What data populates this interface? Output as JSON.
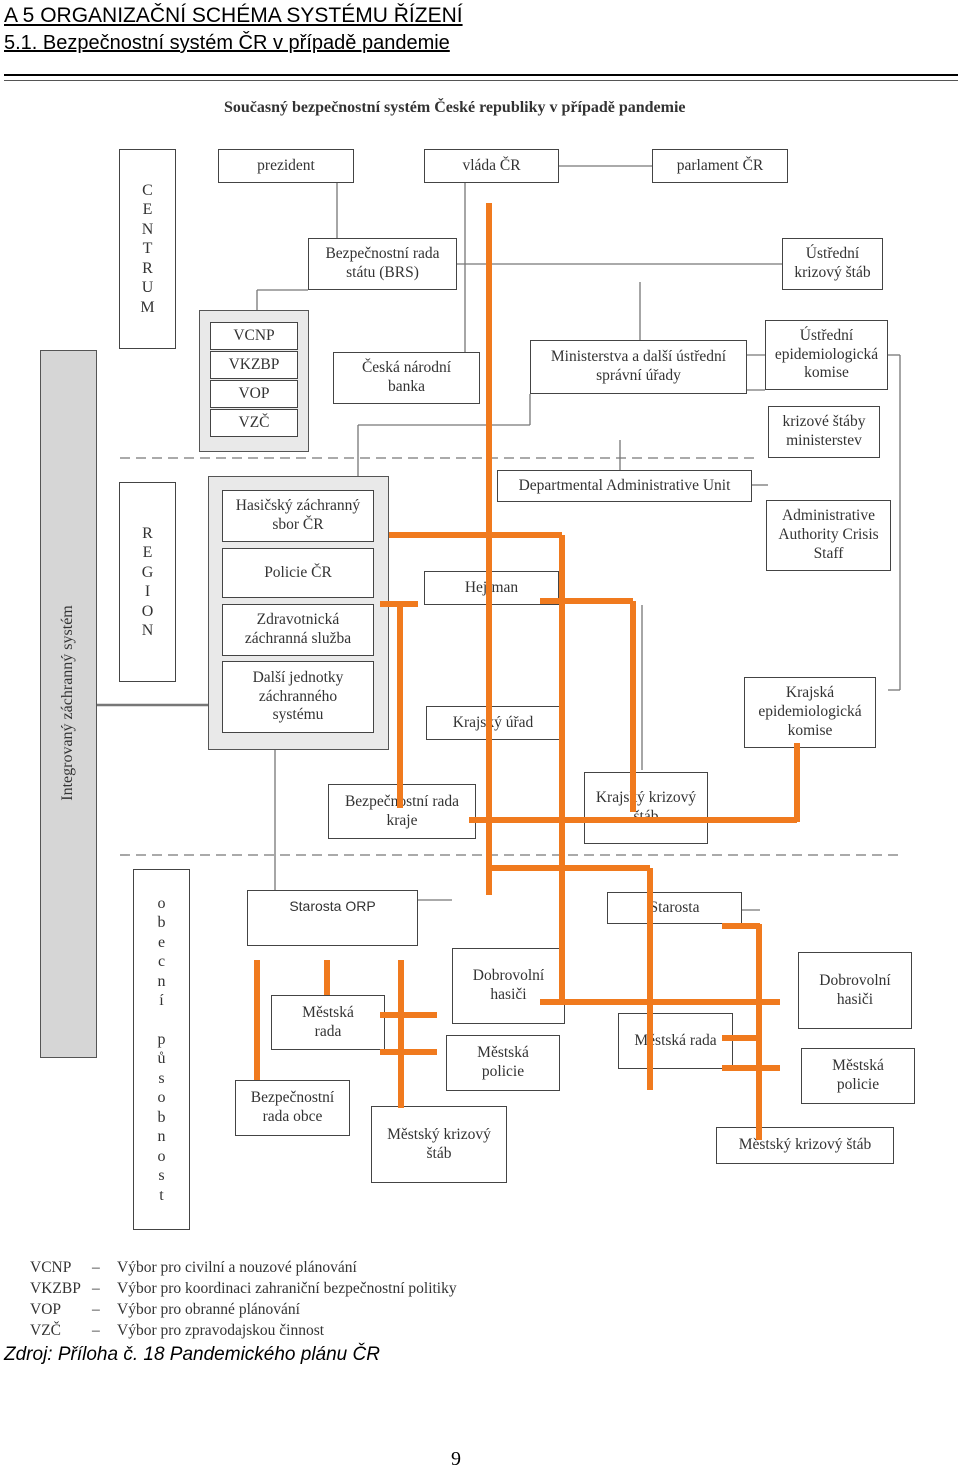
{
  "header": {
    "line1": "A 5 ORGANIZAČNÍ SCHÉMA SYSTÉMU ŘÍZENÍ",
    "line2": "5.1. Bezpečnostní systém ČR v případě pandemie"
  },
  "diagram": {
    "title": "Současný bezpečnostní systém České republiky v případě pandemie",
    "levels": {
      "centrum": [
        "C",
        "E",
        "N",
        "T",
        "R",
        "U",
        "M"
      ],
      "region": [
        "R",
        "E",
        "G",
        "I",
        "O",
        "N"
      ],
      "obec": [
        "o",
        "b",
        "e",
        "c",
        "n",
        "í",
        "",
        "p",
        "ů",
        "s",
        "o",
        "b",
        "n",
        "o",
        "s",
        "t"
      ]
    },
    "ivs_label": "Integrovaný záchranný systém",
    "boxes": {
      "prezident": "prezident",
      "vlada": "vláda ČR",
      "parlament": "parlament ČR",
      "brs": "Bezpečnostní rada\nstátu (BRS)",
      "uks": "Ústřední\nkrizový štáb",
      "vcnp": "VCNP",
      "vkzbp": "VKZBP",
      "vop": "VOP",
      "vzc": "VZČ",
      "cnb": "Česká národní\nbanka",
      "ministerstva": "Ministerstva a další ústřední\nsprávní úřady",
      "uek": "Ústřední\nepidemiologická\nkomise",
      "ksm": "krizové štáby\nministerstev",
      "dau": "Departmental Administrative Unit",
      "aacs": "Administrative\nAuthority Crisis\nStaff",
      "hzs": "Hasičský záchranný\nsbor ČR",
      "policie": "Policie ČR",
      "zzs": "Zdravotnická\nzáchranná služba",
      "dalsi": "Další jednotky\nzáchranného\nsystému",
      "hejtman": "Hejtman",
      "krajsky_urad": "Krajský úřad",
      "kek": "Krajská\nepidemiologická\nkomise",
      "brk": "Bezpečnostní rada\nkraje",
      "kks": "Krajský krizový\nštáb",
      "starosta_orp": "Starosta ORP",
      "starosta": "Starosta",
      "mestska_rada_1": "Městská\nrada",
      "dobrovolni_hasici_1": "Dobrovolní\nhasiči",
      "mestska_policie_1": "Městská\npolicie",
      "bro": "Bezpečnostní\nrada obce",
      "mks_1": "Městský krizový\nštáb",
      "mestska_rada_2": "Městská rada",
      "dobrovolni_hasici_2": "Dobrovolní\nhasiči",
      "mestska_policie_2": "Městská\npolicie",
      "mks_2": "Městský krizový štáb"
    },
    "overlay_color": "#f07a1e"
  },
  "legend": [
    {
      "abbr": "VCNP",
      "desc": "Výbor pro civilní a nouzové plánování"
    },
    {
      "abbr": "VKZBP",
      "desc": "Výbor pro koordinaci zahraniční bezpečnostní politiky"
    },
    {
      "abbr": "VOP",
      "desc": "Výbor pro obranné plánování"
    },
    {
      "abbr": "VZČ",
      "desc": "Výbor pro zpravodajskou činnost"
    }
  ],
  "legend_dash": "–",
  "source": "Zdroj: Příloha č. 18 Pandemického plánu ČR",
  "page_number": "9"
}
